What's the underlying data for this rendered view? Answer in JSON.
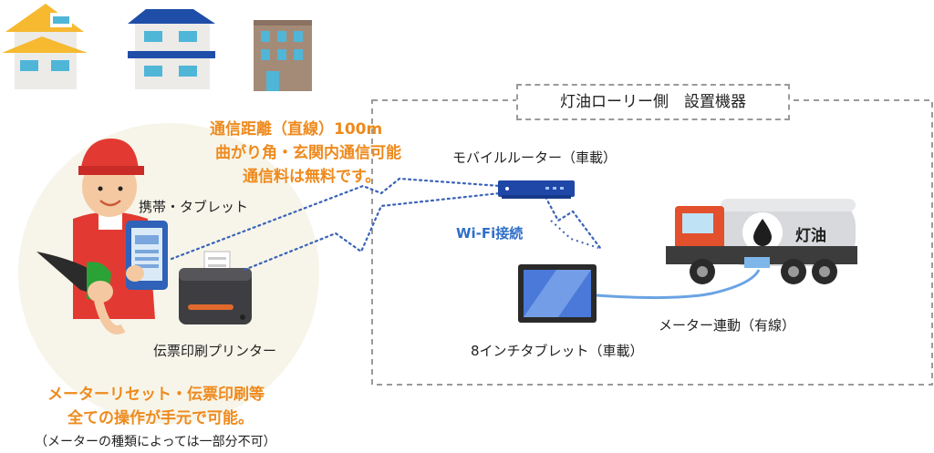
{
  "equipment_box": {
    "title": "灯油ローリー側　設置機器"
  },
  "range_note": {
    "line1": "通信距離（直線）100m",
    "line2": "曲がり角・玄関内通信可能",
    "line3": "通信料は無料です。"
  },
  "devices": {
    "tablet": "携帯・タブレット",
    "printer": "伝票印刷プリンター",
    "router": "モバイルルーター（車載）",
    "car_tablet": "8インチタブレット（車載）",
    "meter": "メーター連動（有線）",
    "tank_label": "灯油"
  },
  "wifi": {
    "label": "Wi-Fi接続"
  },
  "footer": {
    "line1": "メーターリセット・伝票印刷等",
    "line2": "全ての操作が手元で可能。",
    "note": "（メーターの種類によっては一部分不可）"
  },
  "colors": {
    "accent_orange": "#ee8a1d",
    "wifi_blue": "#2f6ec9",
    "truck_red": "#e2502c",
    "tank_gray": "#d8d9dc",
    "link_blue": "#3a63b8"
  }
}
